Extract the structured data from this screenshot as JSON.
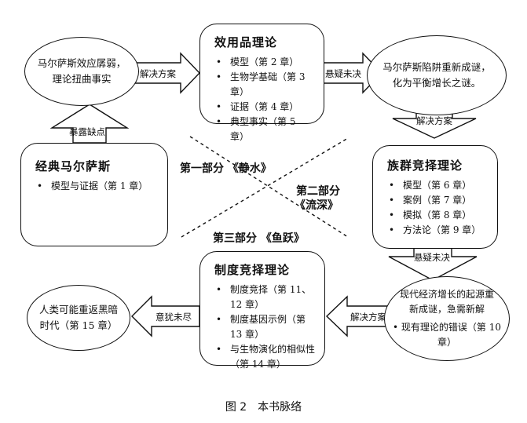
{
  "nodes": {
    "malthus_weak": [
      "马尔萨斯效应孱弱，",
      "理论扭曲事实"
    ],
    "utility_theory": {
      "title": "效用品理论",
      "items": [
        "模型（第 2 章）",
        "生物学基础（第 3 章）",
        "证据（第 4 章）",
        "典型事实（第 5 章）"
      ]
    },
    "malthus_trap": [
      "马尔萨斯陷阱重新成谜，",
      "化为平衡增长之谜。"
    ],
    "classic_malthus": {
      "title": "经典马尔萨斯",
      "items": [
        "模型与证据（第 1 章）"
      ]
    },
    "group_selection": {
      "title": "族群竞择理论",
      "items": [
        "模型（第 6 章）",
        "案例（第 7 章）",
        "模拟（第 8 章）",
        "方法论（第 9 章）"
      ]
    },
    "institution_selection": {
      "title": "制度竞择理论",
      "items": [
        "制度竞择（第 11、12 章）",
        "制度基因示例（第 13 章）",
        "与生物演化的相似性（第 14 章）"
      ]
    },
    "modern_growth": {
      "lines": [
        "现代经济增长的起源重",
        "新成谜，急需新解"
      ],
      "item": "现有理论的错误（第 10 章）"
    },
    "dark_ages": [
      "人类可能重返黑暗",
      "时代（第 15 章）"
    ]
  },
  "arrows": {
    "solution1": "解决方案",
    "unresolved1": "悬疑未决",
    "solution2": "解决方案",
    "exposed": "暴露缺点",
    "unresolved2": "悬疑未决",
    "solution3": "解决方案",
    "unfinished": "意犹未尽"
  },
  "parts": {
    "part1": "第一部分 《静水》",
    "part2_line1": "第二部分",
    "part2_line2": "《流深》",
    "part3": "第三部分 《鱼跃》"
  },
  "caption": "图 2　本书脉络"
}
